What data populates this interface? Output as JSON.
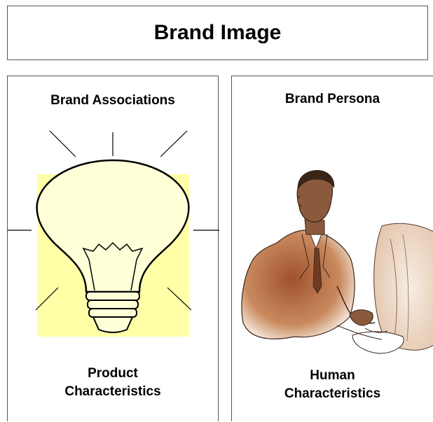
{
  "title": "Brand Image",
  "panels": {
    "left": {
      "heading": "Brand Associations",
      "caption_line1": "Product",
      "caption_line2": "Characteristics",
      "illustration_icon": "lightbulb-icon",
      "highlight_color": "#FFFFA8"
    },
    "right": {
      "heading": "Brand Persona",
      "caption_line1": "Human",
      "caption_line2": "Characteristics",
      "illustration_icon": "person-at-computer-icon",
      "accent_color": "#A0522D"
    }
  }
}
